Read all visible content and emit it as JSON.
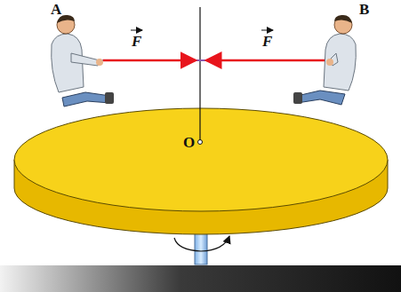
{
  "diagram": {
    "labels": [
      "A",
      "B",
      "F",
      "F",
      "O"
    ]
  }
}
